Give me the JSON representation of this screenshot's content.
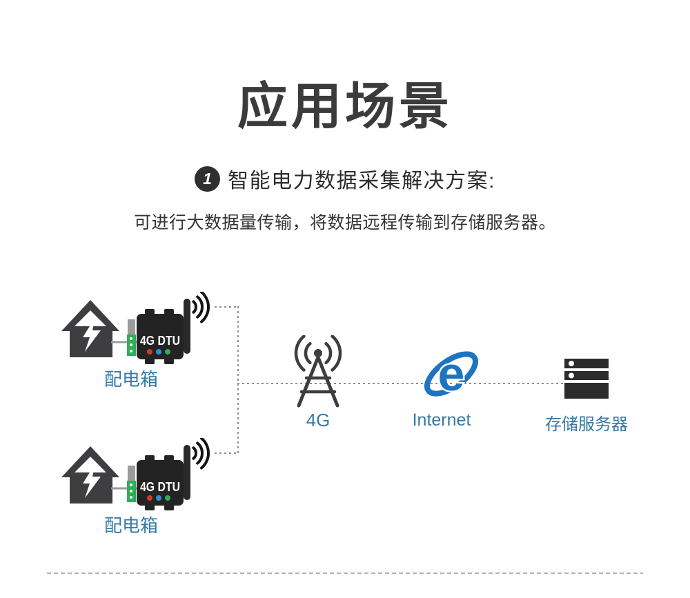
{
  "title": "应用场景",
  "solution": {
    "bullet_number": "1",
    "heading": "智能电力数据采集解决方案:",
    "description": "可进行大数据量传输，将数据远程传输到存储服务器。"
  },
  "diagram": {
    "stations": [
      {
        "label": "配电箱",
        "device_label": "4G DTU"
      },
      {
        "label": "配电箱",
        "device_label": "4G DTU"
      }
    ],
    "tower": {
      "label": "4G"
    },
    "internet": {
      "label": "Internet"
    },
    "server": {
      "label": "存储服务器"
    },
    "colors": {
      "title_text": "#3b3b3b",
      "body_text": "#333333",
      "label_blue": "#347aa6",
      "ie_blue": "#1e73c2",
      "icon_dark": "#3e3e41",
      "device_dark": "#232323",
      "led_red": "#d03a2b",
      "led_blue": "#2f8fd4",
      "led_green": "#2fae57",
      "terminal_green": "#2fae57",
      "dash_gray": "#8d8d8d",
      "separator_gray": "#b3b3b3"
    }
  }
}
